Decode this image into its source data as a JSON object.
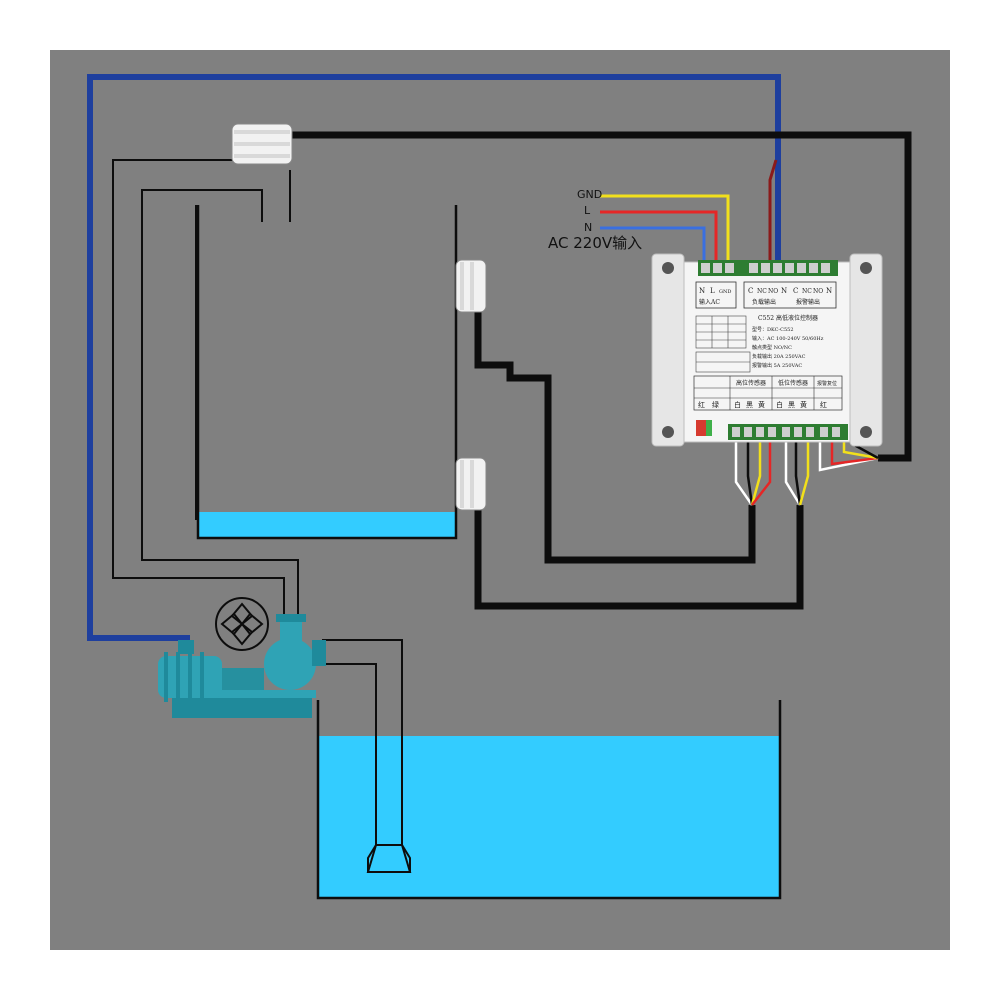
{
  "colors": {
    "background": "#808080",
    "water": "#33CCFF",
    "blue_wire": "#1E3F9E",
    "gnd_wire": "#F2E01B",
    "l_wire": "#E52626",
    "n_wire": "#3A6FE0",
    "black_wire": "#0D0D0D",
    "controller_body": "#F3F3F3",
    "pump": "#2FA3B5"
  },
  "power_input": {
    "gnd_label": "GND",
    "l_label": "L",
    "n_label": "N",
    "ac_label": "AC 220V输入"
  },
  "controller": {
    "title": "C552 高低液位控制器",
    "model": "型号：DKC-C552",
    "spec_input": "输入：AC 100-240V 50/60Hz",
    "spec_contact": "触点类型 NO/NC",
    "spec_load": "负载输出 20A 250VAC",
    "spec_alarm": "报警输出 5A 250VAC",
    "top_terminals": [
      "N",
      "L",
      "GND",
      "C",
      "NC",
      "NO",
      "N",
      "C",
      "NC",
      "NO",
      "N"
    ],
    "top_group_left": "输入AC",
    "top_group_mid": "负载输出",
    "top_group_right": "报警输出",
    "bottom_groups": [
      "高位传感器",
      "低位传感器",
      "报警复位"
    ],
    "bottom_colors": [
      "红",
      "绿",
      "白",
      "黑",
      "黄",
      "白",
      "黑",
      "黄",
      "红"
    ]
  },
  "icons": [
    "water-pump-icon",
    "motor-icon",
    "pulley-wheel-icon",
    "level-sensor-icon",
    "foot-valve-icon"
  ]
}
